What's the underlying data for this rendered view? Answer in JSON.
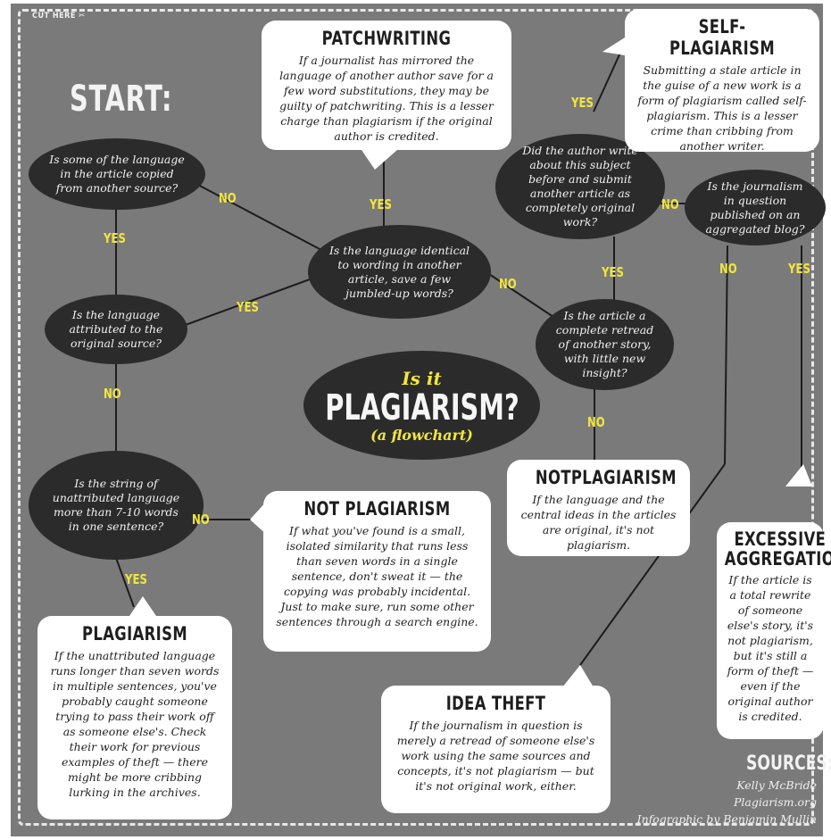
{
  "cut_here": "CUT HERE",
  "start": "START:",
  "title": {
    "line1": "Is it",
    "line2": "PLAGIARISM?",
    "line3": "(a flowchart)"
  },
  "questions": {
    "copied": "Is some of the language in the article copied from another source?",
    "identical": "Is the language identical to wording in another article, save a few jumbled-up words?",
    "attributed": "Is the language attributed to the original source?",
    "string": "Is the string of unattributed language more than 7-10 words in one sentence?",
    "author": "Did the author write about this subject before and submit another article as completely original work?",
    "aggregated": "Is the journalism in question published on an aggregated blog?",
    "retread": "Is the article a complete retread of another story, with little new insight?"
  },
  "labels": {
    "yes": "YES",
    "no": "NO"
  },
  "outcomes": {
    "patchwriting": {
      "title": "PATCHWRITING",
      "text": "If a journalist has mirrored the language of another author save for a few word substitutions, they may be guilty of patchwriting. This is a lesser charge than plagiarism if the original author is credited."
    },
    "self": {
      "title": "SELF-PLAGIARISM",
      "text": "Submitting a stale article in the guise of a new work is a form of plagiarism called self-plagiarism. This is a lesser crime than cribbing from another writer."
    },
    "notplag_right": {
      "title": "NOTPLAGIARISM",
      "text": "If the language and the central ideas in the articles are original, it's not plagiarism."
    },
    "notplag_mid": {
      "title": "NOT PLAGIARISM",
      "text": "If what you've found is a small, isolated similarity that runs less than seven words in a single sentence, don't sweat it — the copying was probably incidental. Just to make sure, run some other sentences through a search engine."
    },
    "plagiarism": {
      "title": "PLAGIARISM",
      "text": "If the unattributed language runs longer than seven words in multiple sentences, you've probably caught someone trying to pass their work off as someone else's. Check their work for previous examples of theft — there might be more cribbing lurking in the archives."
    },
    "idea": {
      "title": "IDEA THEFT",
      "text": "If the journalism in question is merely a retread of someone else's work using the same sources and concepts, it's not plagiarism — but it's not original work, either."
    },
    "excessive": {
      "title_1": "EXCESSIVE",
      "title_2": "AGGREGATION",
      "text": "If the article is a total rewrite of someone else's story, it's not plagiarism, but it's still a form of theft — even if the original author is credited."
    }
  },
  "sources": {
    "title": "SOURCES:",
    "lines": [
      "Kelly McBride",
      "Plagiarism.org",
      "Infographic by Benjamin Mullin"
    ]
  },
  "colors": {
    "background": "#7a7a7a",
    "oval": "#2b2b2b",
    "label": "#f2e63d",
    "box": "#ffffff"
  },
  "icons": [
    "scissors-icon"
  ]
}
